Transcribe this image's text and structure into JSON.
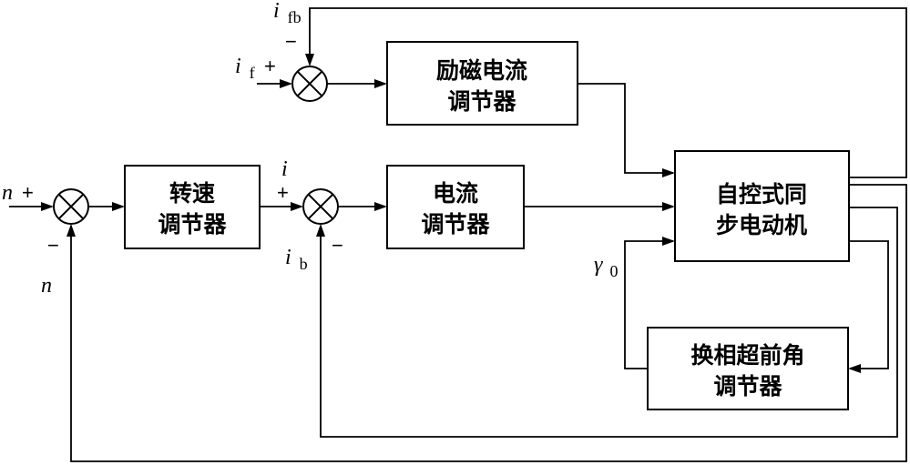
{
  "blocks": {
    "excitation_regulator": [
      "励磁电流",
      "调节器"
    ],
    "speed_regulator": [
      "转速",
      "调节器"
    ],
    "current_regulator": [
      "电流",
      "调节器"
    ],
    "motor": [
      "自控式同",
      "步电动机"
    ],
    "commutation_regulator": [
      "换相超前角",
      "调节器"
    ]
  },
  "signals": {
    "n": "n",
    "n_feedback": "n",
    "i": "i",
    "i_sub_b": "b",
    "i_sub_f": "f",
    "i_sub_fb": "fb",
    "gamma": "γ",
    "gamma_sub": "0"
  },
  "signs": {
    "plus": "+",
    "minus": "−"
  }
}
